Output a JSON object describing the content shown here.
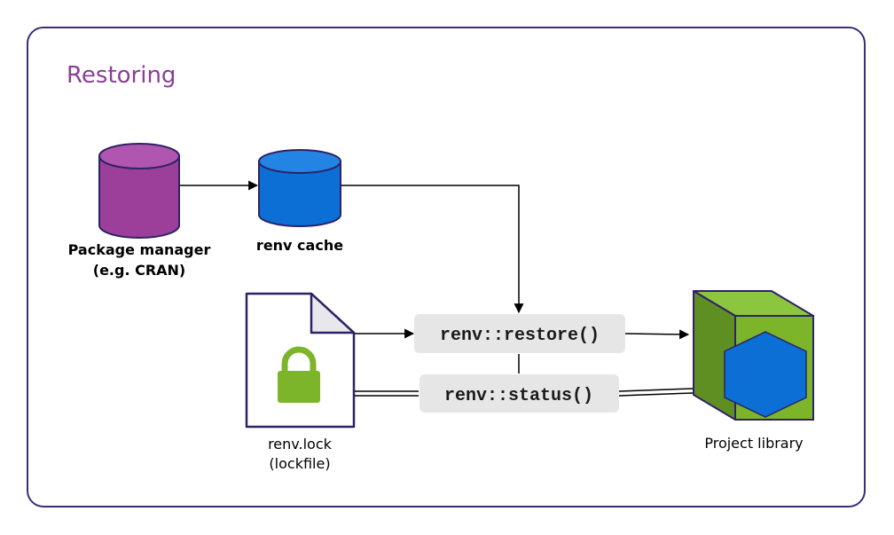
{
  "title": "Restoring",
  "nodes": {
    "package_manager": {
      "line1": "Package manager",
      "line2": "(e.g. CRAN)"
    },
    "renv_cache": {
      "label": "renv cache"
    },
    "lockfile": {
      "line1": "renv.lock",
      "line2": "(lockfile)"
    },
    "project_library": {
      "label": "Project library"
    }
  },
  "functions": {
    "restore": "renv::restore()",
    "status": "renv::status()"
  },
  "colors": {
    "frame": "#3b2d7a",
    "title": "#8a3f98",
    "package_manager": "#9b3f9b",
    "renv_cache": "#0b6fd6",
    "lock_icon": "#7db52a",
    "library_cube": "#7db52a",
    "library_hexagon": "#0b6fd6",
    "function_box": "#e6e6e6"
  }
}
